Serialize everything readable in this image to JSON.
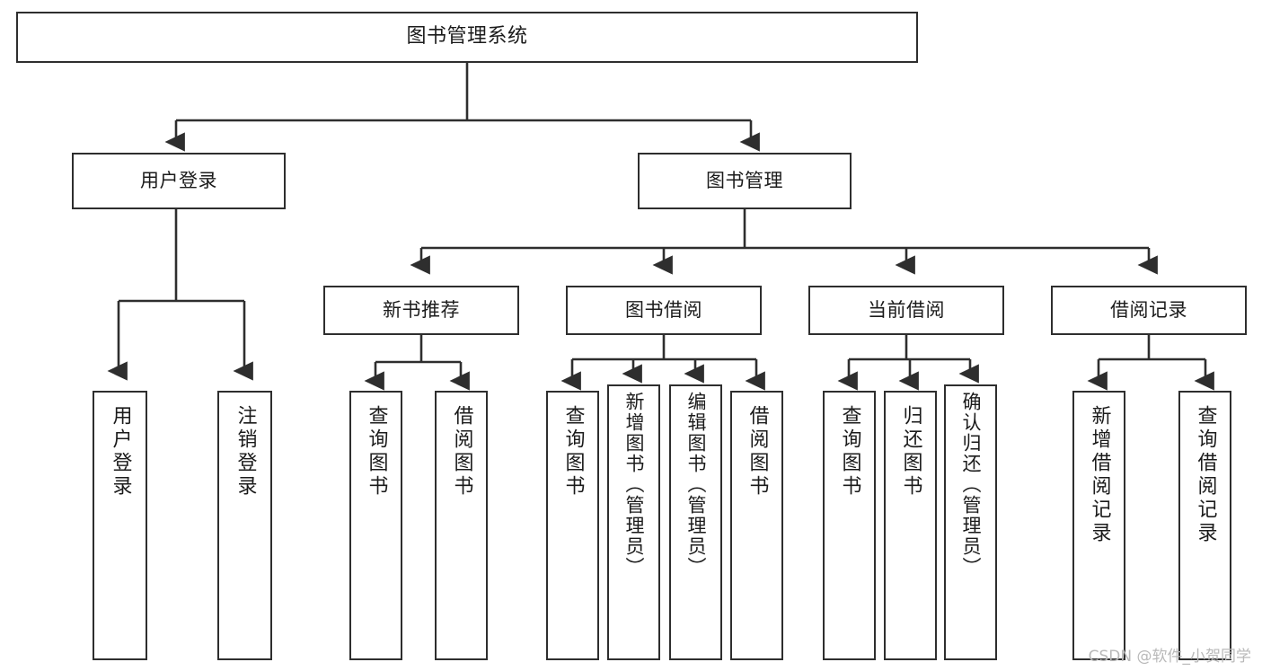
{
  "diagram": {
    "title": "图书管理系统",
    "type": "tree",
    "watermark": "CSDN @软件_小贺同学",
    "line_color": "#2e2e2e",
    "box_fill": "#ffffff",
    "text_color": "#1b1b1b"
  },
  "nodes": {
    "root": {
      "label": "图书管理系统"
    },
    "level1": [
      {
        "label": "用户登录"
      },
      {
        "label": "图书管理"
      }
    ],
    "level2": [
      {
        "label": "新书推荐"
      },
      {
        "label": "图书借阅"
      },
      {
        "label": "当前借阅"
      },
      {
        "label": "借阅记录"
      }
    ],
    "leaves": {
      "user_login": [
        {
          "label": "用户登录"
        },
        {
          "label": "注销登录"
        }
      ],
      "new_book_recommend": [
        {
          "label": "查询图书"
        },
        {
          "label": "借阅图书"
        }
      ],
      "book_borrow": [
        {
          "label": "查询图书"
        },
        {
          "label": "新增图书（管理员）"
        },
        {
          "label": "编辑图书（管理员）"
        },
        {
          "label": "借阅图书"
        }
      ],
      "current_borrow": [
        {
          "label": "查询图书"
        },
        {
          "label": "归还图书"
        },
        {
          "label": "确认归还（管理员）"
        }
      ],
      "borrow_record": [
        {
          "label": "新增借阅记录"
        },
        {
          "label": "查询借阅记录"
        }
      ]
    }
  }
}
